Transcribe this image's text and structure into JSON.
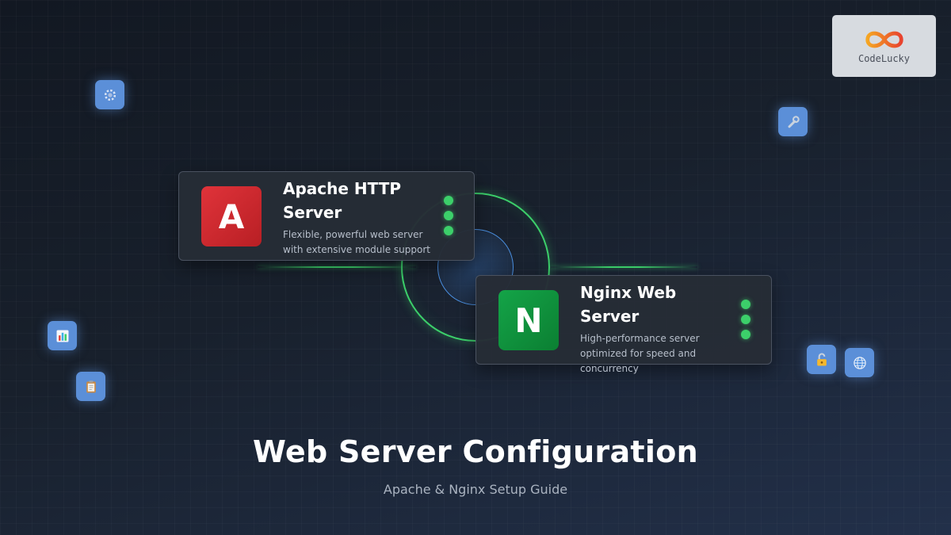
{
  "brand": {
    "logo_text": "CodeLucky"
  },
  "floating_icons": [
    {
      "name": "gear-icon",
      "glyph": "⚙"
    },
    {
      "name": "wrench-icon",
      "glyph": "🔧"
    },
    {
      "name": "bar-chart-icon",
      "glyph": "📊"
    },
    {
      "name": "clipboard-icon",
      "glyph": "📋"
    },
    {
      "name": "unlock-icon",
      "glyph": "🔓"
    },
    {
      "name": "globe-icon",
      "glyph": "🌐"
    }
  ],
  "cards": [
    {
      "logo_letter": "A",
      "title": "Apache HTTP Server",
      "description": "Flexible, powerful web server with extensive module support",
      "logo_color": "#d42a2e",
      "status_dots": 3
    },
    {
      "logo_letter": "N",
      "title": "Nginx Web Server",
      "description": "High-performance server optimized for speed and concurrency",
      "logo_color": "#0f8f3a",
      "status_dots": 3
    }
  ],
  "hero": {
    "title": "Web Server Configuration",
    "subtitle": "Apache & Nginx Setup Guide"
  },
  "colors": {
    "accent_green": "#3ccf6a",
    "accent_blue": "#5b8fd8"
  }
}
